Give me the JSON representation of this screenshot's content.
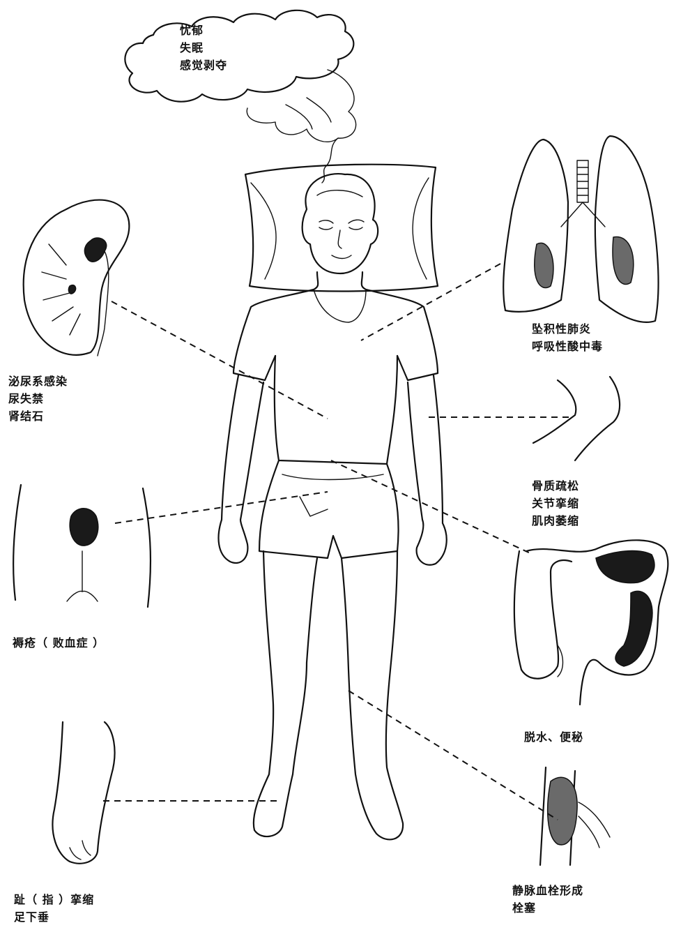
{
  "labels": {
    "mind": {
      "lines": [
        "忧郁",
        "失眠",
        "感觉剥夺"
      ]
    },
    "kidney": {
      "lines": [
        "泌尿系感染",
        "尿失禁",
        "肾结石"
      ]
    },
    "lung": {
      "lines": [
        "坠积性肺炎",
        "呼吸性酸中毒"
      ]
    },
    "bone": {
      "lines": [
        "骨质疏松",
        "关节挛缩",
        "肌肉萎缩"
      ]
    },
    "sore": {
      "lines": [
        "褥疮（ 败血症 ）"
      ]
    },
    "bowel": {
      "lines": [
        "脱水、便秘"
      ]
    },
    "foot": {
      "lines": [
        "趾（ 指 ）挛缩",
        "足下垂"
      ]
    },
    "vein": {
      "lines": [
        "静脉血栓形成",
        "栓塞"
      ]
    }
  }
}
